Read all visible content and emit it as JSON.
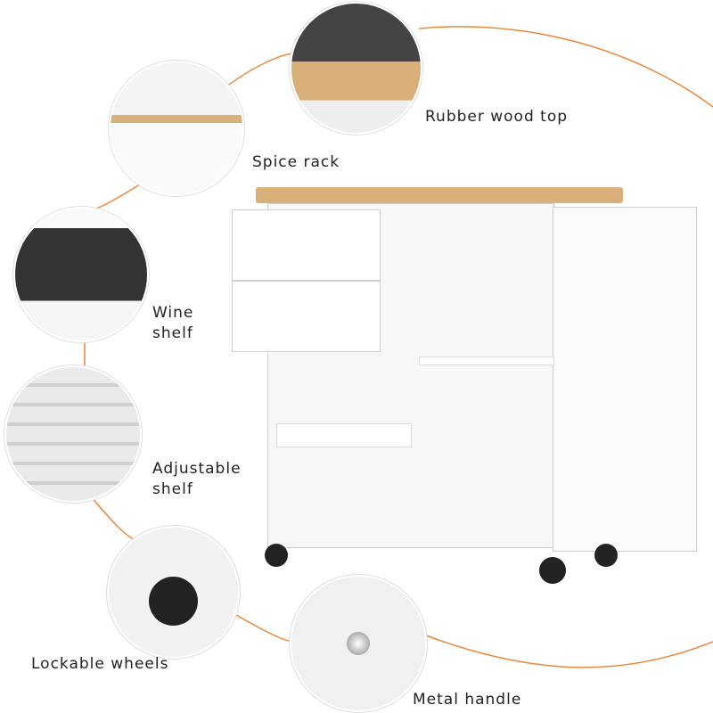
{
  "features": [
    {
      "id": "top",
      "label": "Rubber wood top"
    },
    {
      "id": "spice",
      "label": "Spice rack"
    },
    {
      "id": "wine",
      "label_line1": "Wine",
      "label_line2": "shelf"
    },
    {
      "id": "shelf",
      "label_line1": "Adjustable",
      "label_line2": "shelf"
    },
    {
      "id": "wheels",
      "label": "Lockable wheels"
    },
    {
      "id": "handle",
      "label": "Metal handle"
    }
  ],
  "colors": {
    "accent": "#e8893e",
    "wood": "#d9b07a",
    "cabinet": "#f7f7f7",
    "outline": "#cfcfcf"
  }
}
